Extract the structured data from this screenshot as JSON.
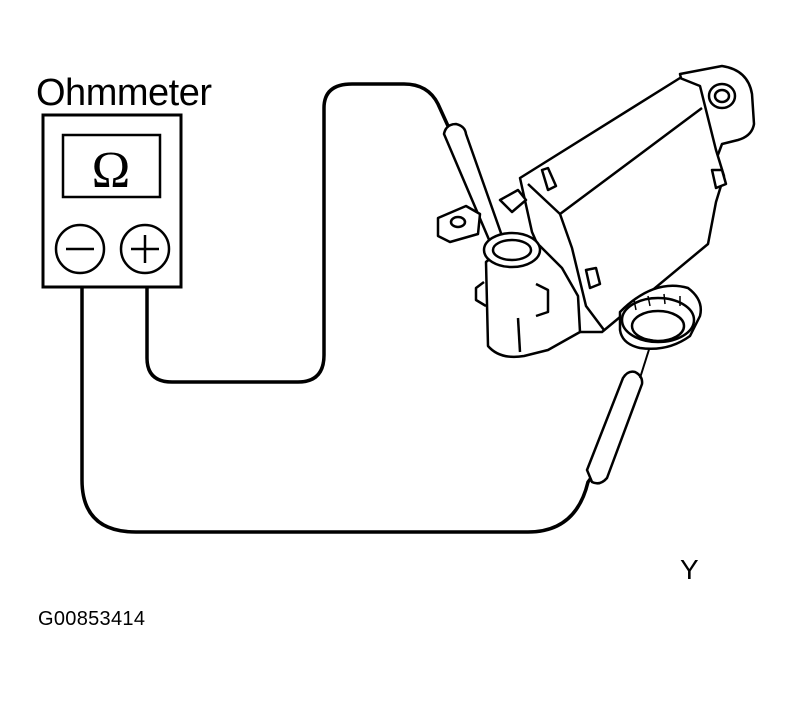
{
  "diagram": {
    "meter_label": "Ohmmeter",
    "meter_symbol": "Ω",
    "negative_symbol": "negative-terminal-icon",
    "positive_symbol": "positive-terminal-icon",
    "callout_label": "Y",
    "figure_id": "G00853414"
  },
  "colors": {
    "ink": "#000000",
    "paper": "#ffffff"
  }
}
